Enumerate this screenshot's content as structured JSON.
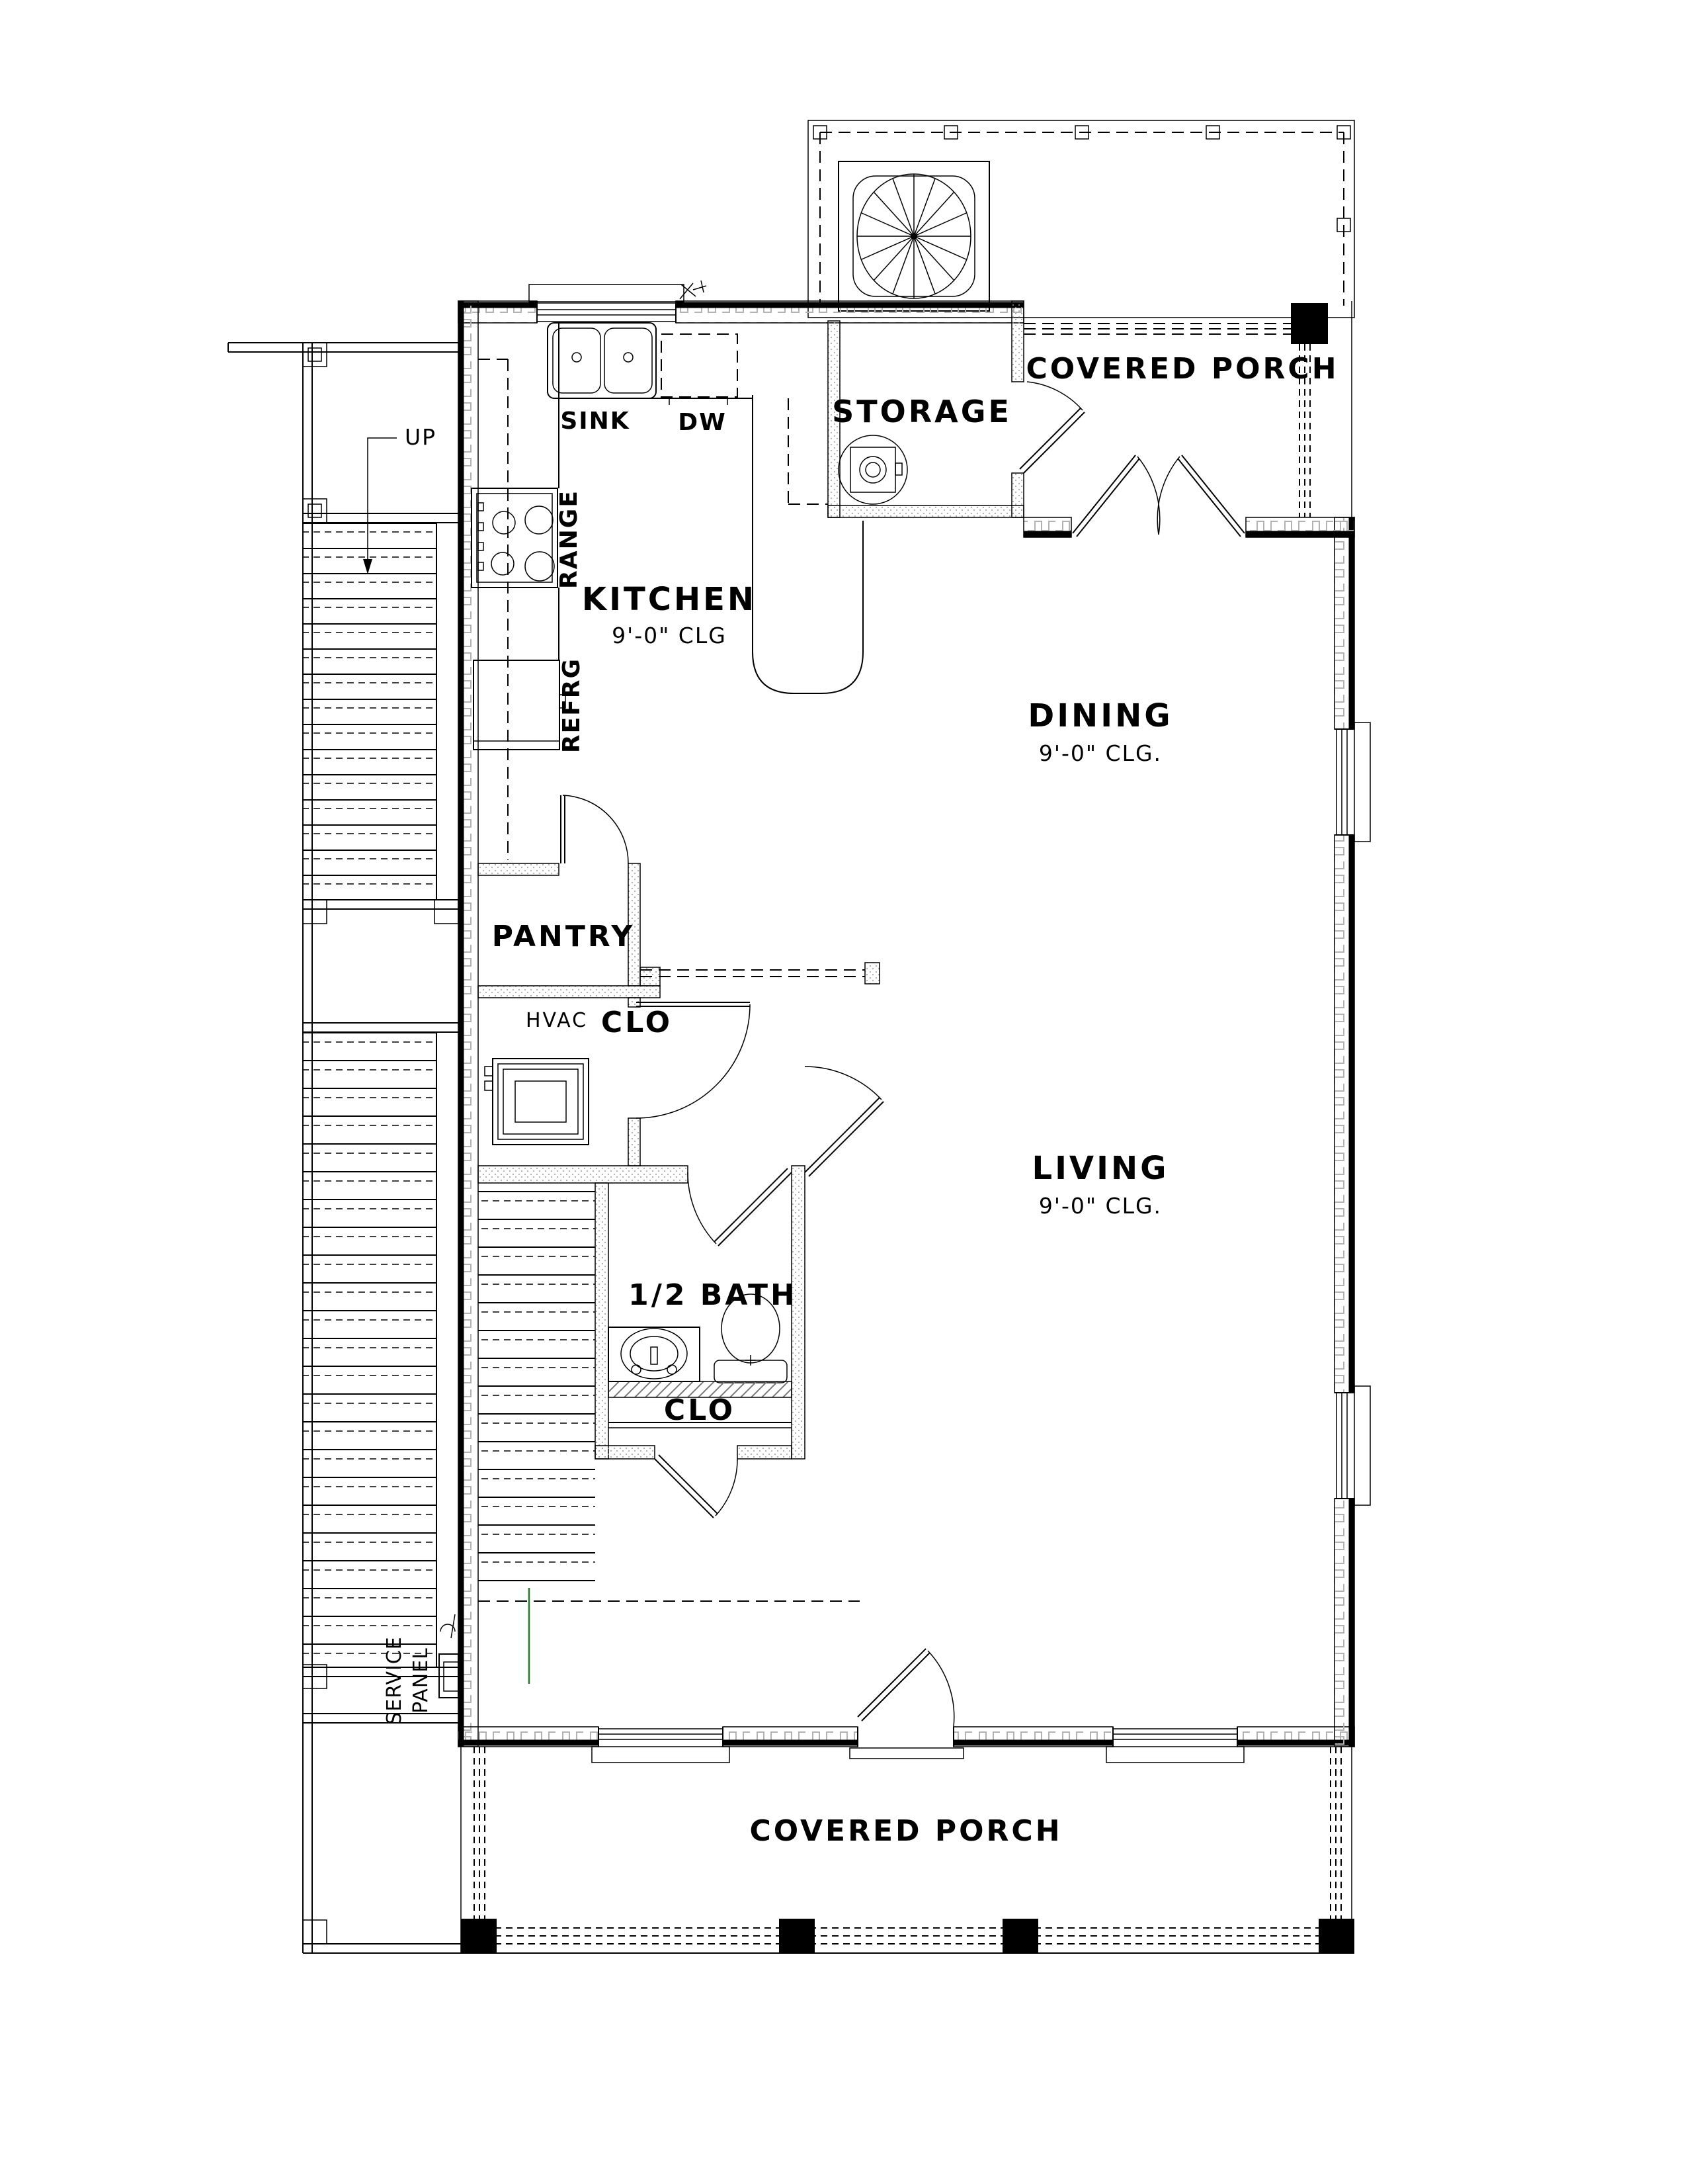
{
  "drawing": {
    "title": "first-floor plan",
    "colors": {
      "background": "#ffffff",
      "lines": "#000000",
      "wall_pattern_gray": "#b3b3b3",
      "stray_green_line": "#1e7d1e"
    },
    "rooms": {
      "kitchen": {
        "label": "KITCHEN",
        "ceiling": "9'-0\" CLG"
      },
      "storage": {
        "label": "STORAGE"
      },
      "dining": {
        "label": "DINING",
        "ceiling": "9'-0\" CLG."
      },
      "living": {
        "label": "LIVING",
        "ceiling": "9'-0\" CLG."
      },
      "pantry": {
        "label": "PANTRY"
      },
      "hvac_closet": {
        "label_small": "HVAC",
        "label_big": "CLO"
      },
      "half_bath": {
        "label": "1/2 BATH"
      },
      "entry_closet": {
        "label": "CLO"
      },
      "porch_top": {
        "label": "COVERED PORCH"
      },
      "porch_bottom": {
        "label": "COVERED PORCH"
      }
    },
    "fixtures": {
      "sink": "SINK",
      "dishwasher": "DW",
      "range": "RANGE",
      "refrigerator": "REFRG"
    },
    "annotations": {
      "stair_direction": "UP",
      "service_panel_line1": "SERVICE",
      "service_panel_line2": "PANEL"
    },
    "icons": [
      "ceiling-fan-icon",
      "water-heater-icon",
      "double-bowl-sink-icon",
      "range-burners-icon",
      "hvac-unit-icon",
      "toilet-icon",
      "vanity-sink-icon",
      "service-panel-icon",
      "door-swing-icon",
      "porch-column-icon",
      "window-icon",
      "electrical-symbol-icon"
    ]
  }
}
